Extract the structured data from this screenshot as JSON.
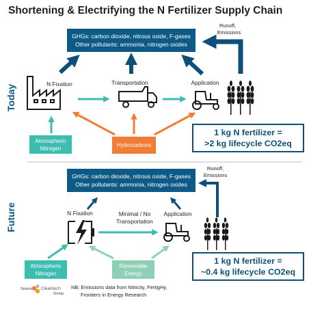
{
  "title": "Shortening & Electrifying the N Fertilizer Supply Chain",
  "colors": {
    "navy": "#0d4f7a",
    "teal": "#3dbdb0",
    "orange": "#f07d33",
    "mint": "#8ed1bf",
    "green_chip": "#3dbdb0",
    "orange_chip": "#f07d33",
    "mint_chip": "#8fcfb5"
  },
  "today": {
    "side_label": "Today",
    "ghg_line1": "GHGs: carbon dioxide, nitrous oxide, F-gases",
    "ghg_line2": "Other pollutants: ammonia, nitrogen oxides",
    "runoff_line1": "Runoff,",
    "runoff_line2": "Emissions",
    "n_fixation": "N Fixation",
    "transportation": "Transportation",
    "application": "Application",
    "atmospheric_line1": "Atmospheric",
    "atmospheric_line2": "Nitrogen",
    "hydrocarbons": "Hydrocarbons",
    "result_line1": "1 kg N fertilizer =",
    "result_line2": ">2 kg lifecycle CO2eq"
  },
  "future": {
    "side_label": "Future",
    "ghg_line1": "GHGs: carbon dioxide, nitrous oxide, F-gases",
    "ghg_line2": "Other pollutants: ammonia, nitrogen oxides",
    "runoff_line1": "Runoff,",
    "runoff_line2": "Emissions",
    "n_fixation": "N Fixation",
    "transport_line1": "Minimal / No",
    "transport_line2": "Transportation",
    "application": "Application",
    "atmospheric_line1": "Atmospheric",
    "atmospheric_line2": "Nitrogen",
    "renewable_line1": "Renewable",
    "renewable_line2": "Energy",
    "result_line1": "1 kg N fertilizer =",
    "result_line2": "~0.4 kg lifecycle CO2eq"
  },
  "footer": {
    "source_label": "Source:",
    "logo_name": "Cleantech",
    "logo_sub": "Group",
    "note_line1": "NB: Emissions data from Nitricity, FertigHy,",
    "note_line2": "Frontiers in Energy Research"
  },
  "icons": [
    "factory-icon",
    "truck-icon",
    "tractor-icon",
    "wheat-icon",
    "battery-lightning-icon",
    "cleantech-logo-icon"
  ]
}
